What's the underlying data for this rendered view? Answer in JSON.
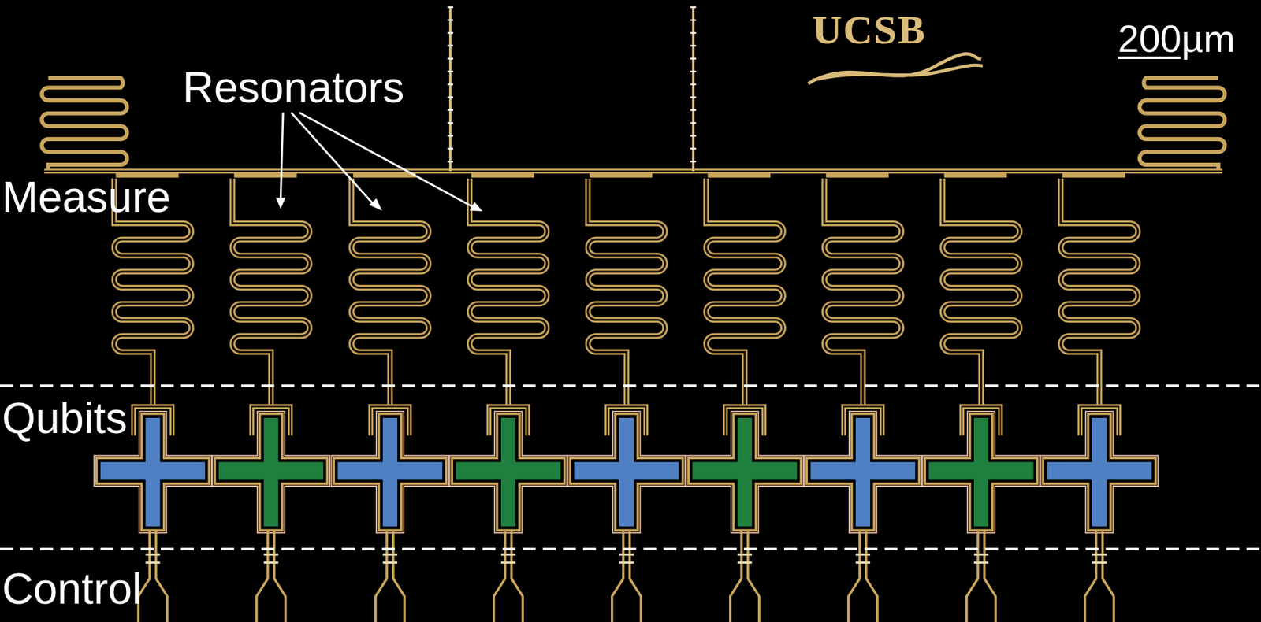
{
  "diagram": {
    "labels": [
      "Resonators",
      "UCSB",
      "200µm",
      "Measure",
      "Qubits",
      "Control"
    ]
  }
}
